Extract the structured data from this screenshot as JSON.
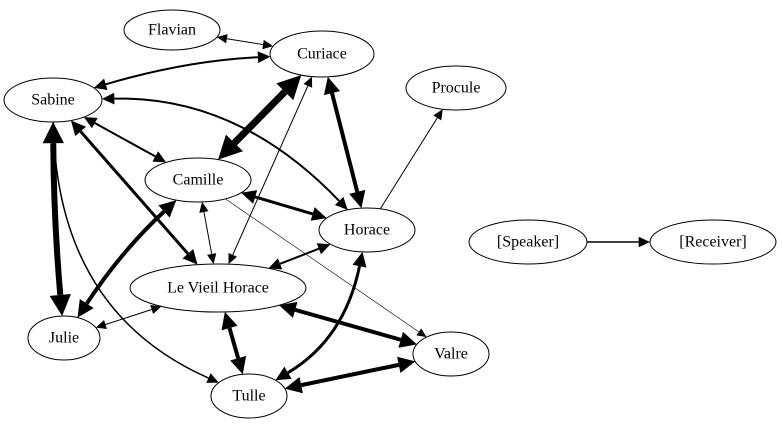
{
  "nodes": [
    {
      "id": "flavian",
      "label": "Flavian"
    },
    {
      "id": "curiace",
      "label": "Curiace"
    },
    {
      "id": "procule",
      "label": "Procule"
    },
    {
      "id": "sabine",
      "label": "Sabine"
    },
    {
      "id": "camille",
      "label": "Camille"
    },
    {
      "id": "horace",
      "label": "Horace"
    },
    {
      "id": "speaker",
      "label": "[Speaker]"
    },
    {
      "id": "receiver",
      "label": "[Receiver]"
    },
    {
      "id": "vieil",
      "label": "Le Vieil Horace"
    },
    {
      "id": "julie",
      "label": "Julie"
    },
    {
      "id": "valre",
      "label": "Valre"
    },
    {
      "id": "tulle",
      "label": "Tulle"
    }
  ],
  "edges": [
    {
      "from": "flavian",
      "to": "curiace",
      "weight": 1,
      "bidirectional": true
    },
    {
      "from": "sabine",
      "to": "curiace",
      "weight": 2,
      "bidirectional": true
    },
    {
      "from": "curiace",
      "to": "camille",
      "weight": 7,
      "bidirectional": true
    },
    {
      "from": "curiace",
      "to": "horace",
      "weight": 4,
      "bidirectional": true
    },
    {
      "from": "curiace",
      "to": "vieil",
      "weight": 1,
      "bidirectional": true
    },
    {
      "from": "horace",
      "to": "procule",
      "weight": 1,
      "bidirectional": false
    },
    {
      "from": "sabine",
      "to": "camille",
      "weight": 2,
      "bidirectional": true
    },
    {
      "from": "sabine",
      "to": "horace",
      "weight": 2,
      "bidirectional": true
    },
    {
      "from": "sabine",
      "to": "vieil",
      "weight": 3,
      "bidirectional": true
    },
    {
      "from": "sabine",
      "to": "julie",
      "weight": 6,
      "bidirectional": true
    },
    {
      "from": "sabine",
      "to": "tulle",
      "weight": 1.5,
      "bidirectional": false
    },
    {
      "from": "camille",
      "to": "horace",
      "weight": 3,
      "bidirectional": true
    },
    {
      "from": "camille",
      "to": "vieil",
      "weight": 1,
      "bidirectional": true
    },
    {
      "from": "camille",
      "to": "julie",
      "weight": 4,
      "bidirectional": true
    },
    {
      "from": "camille",
      "to": "valre",
      "weight": 0.5,
      "bidirectional": false
    },
    {
      "from": "horace",
      "to": "vieil",
      "weight": 2,
      "bidirectional": true
    },
    {
      "from": "horace",
      "to": "tulle",
      "weight": 3,
      "bidirectional": true
    },
    {
      "from": "vieil",
      "to": "julie",
      "weight": 1,
      "bidirectional": true
    },
    {
      "from": "vieil",
      "to": "valre",
      "weight": 4,
      "bidirectional": true
    },
    {
      "from": "vieil",
      "to": "tulle",
      "weight": 4,
      "bidirectional": true
    },
    {
      "from": "valre",
      "to": "tulle",
      "weight": 4,
      "bidirectional": true
    },
    {
      "from": "speaker",
      "to": "receiver",
      "weight": 1.5,
      "bidirectional": false
    }
  ]
}
